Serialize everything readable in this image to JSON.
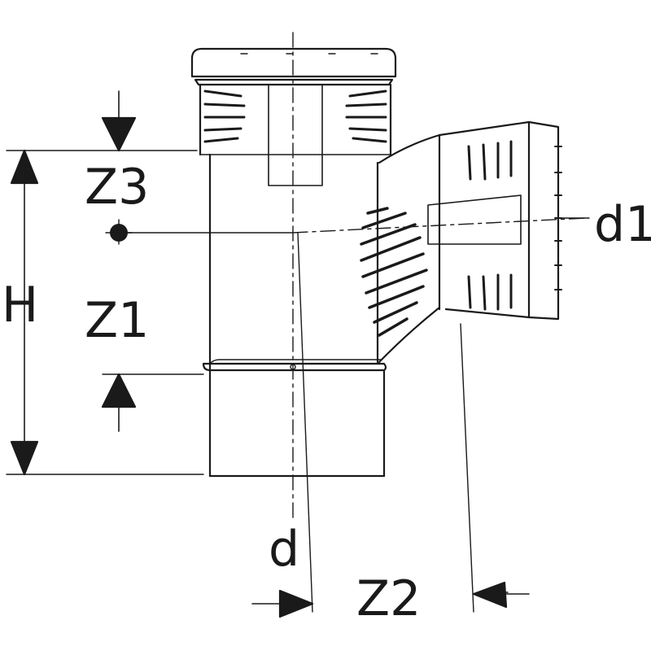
{
  "labels": {
    "z3": "Z3",
    "h": "H",
    "z1": "Z1",
    "d": "d",
    "z2": "Z2",
    "d1": "d1"
  },
  "colors": {
    "line": "#1a1a1a",
    "background": "#ffffff"
  }
}
